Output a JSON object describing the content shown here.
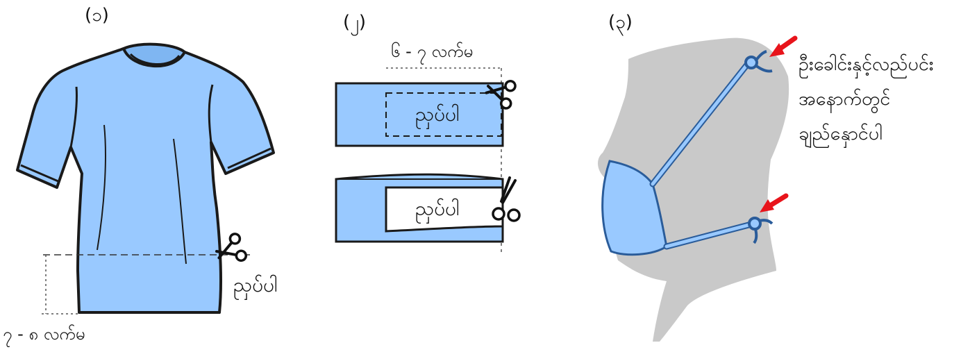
{
  "steps": {
    "step1": "(၁)",
    "step2": "(၂)",
    "step3": "(၃)"
  },
  "panel1": {
    "cut_label": "ညှပ်ပါ",
    "measurement": "၇ - ၈ လက်မ"
  },
  "panel2": {
    "measurement": "၆ - ၇ လက်မ",
    "cut_label_top": "ညှပ်ပါ",
    "cut_label_bottom": "ညှပ်ပါ"
  },
  "panel3": {
    "instruction_lines": [
      "ဦးခေါင်းနှင့်လည်ပင်း",
      "အနောက်တွင်",
      "ချည်နှောင်ပါ"
    ]
  },
  "colors": {
    "garment": "#99c9ff",
    "outline": "#1a1a1a",
    "head": "#c9c9c9",
    "arrow": "#e8141b"
  }
}
